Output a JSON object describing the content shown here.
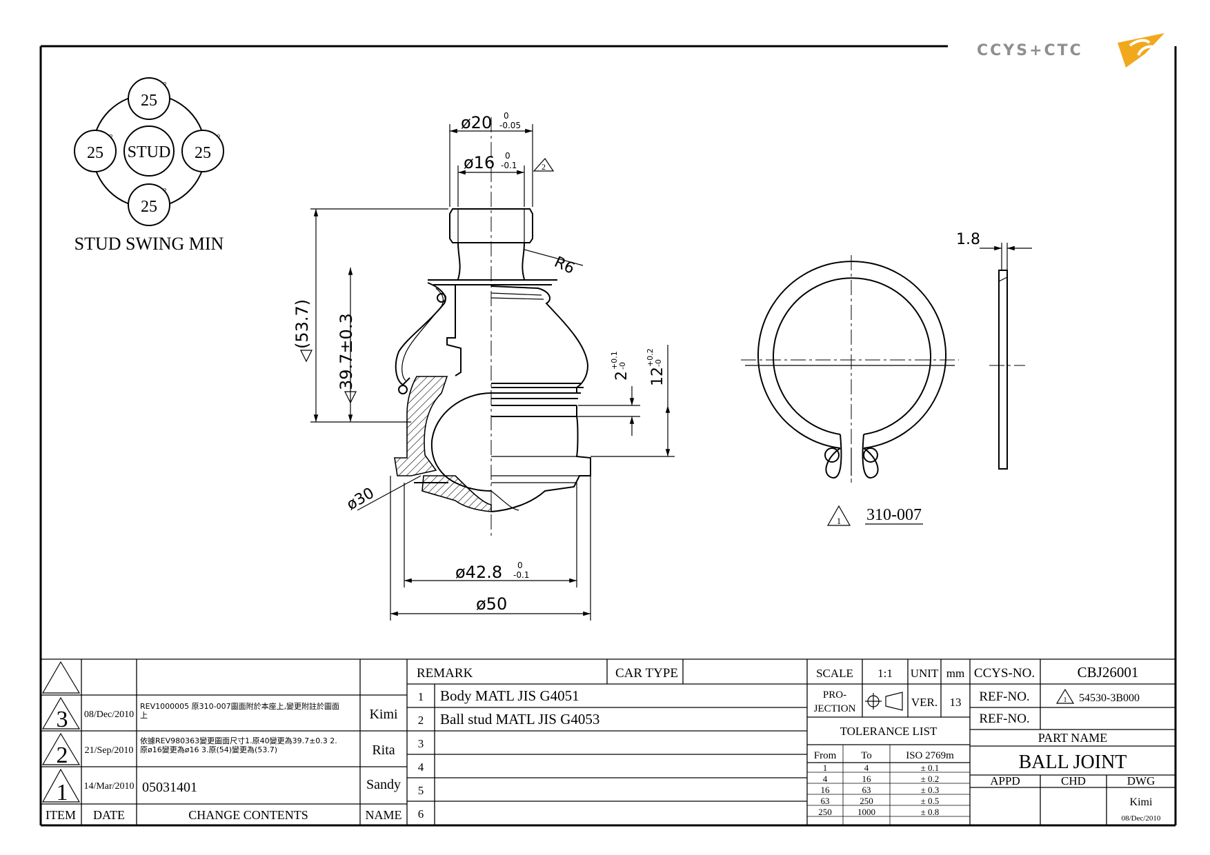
{
  "logo": {
    "text": "CCYS+CTC"
  },
  "stud_swing": {
    "caption": "STUD SWING MIN",
    "center_label": "STUD",
    "angles": [
      "25",
      "25",
      "25",
      "25"
    ],
    "degree_mark": "°"
  },
  "dimensions": {
    "top_outer": "ø20",
    "top_outer_tol_upper": "0",
    "top_outer_tol_lower": "-0.05",
    "top_inner": "ø16",
    "top_inner_tol_upper": "0",
    "top_inner_tol_lower": "-0.1",
    "rev2_mark": "2",
    "radius": "R6",
    "total_height": "(53.7)",
    "height": "39.7±0.3",
    "gap_small": "2",
    "gap_small_tol_upper": "+0.1",
    "gap_small_tol_lower": "-0",
    "gap_large": "12",
    "gap_large_tol_upper": "+0.2",
    "gap_large_tol_lower": "-0",
    "ball": "ø30",
    "housing": "ø42.8",
    "housing_tol_upper": "0",
    "housing_tol_lower": "-0.1",
    "flange": "ø50",
    "ring_thickness": "1.8",
    "ring_part": "310-007",
    "rev1_mark": "1"
  },
  "revisions": [
    {
      "mark": "3",
      "date": "08/Dec/2010",
      "content": "REV1000005 原310-007圖面附於本座上,變更附註於圖面上",
      "name": "Kimi"
    },
    {
      "mark": "2",
      "date": "21/Sep/2010",
      "content": "依據REV980363變更圖面尺寸1.原40變更為39.7±0.3 2.原ø16變更為ø16 3.原(54)變更為(53.7)",
      "name": "Rita"
    },
    {
      "mark": "1",
      "date": "14/Mar/2010",
      "content": "05031401",
      "name": "Sandy"
    }
  ],
  "rev_headers": {
    "item": "ITEM",
    "date": "DATE",
    "contents": "CHANGE CONTENTS",
    "name": "NAME"
  },
  "remark": {
    "header": "REMARK",
    "car_type_label": "CAR TYPE",
    "rows": [
      {
        "no": "1",
        "text": "Body MATL JIS G4051"
      },
      {
        "no": "2",
        "text": "Ball stud MATL JIS G4053"
      },
      {
        "no": "3",
        "text": ""
      },
      {
        "no": "4",
        "text": ""
      },
      {
        "no": "5",
        "text": ""
      },
      {
        "no": "6",
        "text": ""
      }
    ]
  },
  "scale": {
    "label": "SCALE",
    "value": "1:1",
    "unit_label": "UNIT",
    "unit": "mm"
  },
  "projection": {
    "label_1": "PRO-",
    "label_2": "JECTION",
    "ver_label": "VER.",
    "ver": "13"
  },
  "tolerance": {
    "title": "TOLERANCE LIST",
    "headers": [
      "From",
      "To",
      "ISO 2769m"
    ],
    "rows": [
      [
        "1",
        "4",
        "± 0.1"
      ],
      [
        "4",
        "16",
        "± 0.2"
      ],
      [
        "16",
        "63",
        "± 0.3"
      ],
      [
        "63",
        "250",
        "± 0.5"
      ],
      [
        "250",
        "1000",
        "± 0.8"
      ]
    ]
  },
  "title_block": {
    "ccys_label": "CCYS-NO.",
    "ccys_no": "CBJ26001",
    "ref_label_1": "REF-NO.",
    "ref_no_1": "54530-3B000",
    "ref_label_2": "REF-NO.",
    "ref_no_2": "",
    "part_name_label": "PART NAME",
    "part_name": "BALL JOINT",
    "appd_label": "APPD",
    "chd_label": "CHD",
    "dwg_label": "DWG",
    "dwg_name": "Kimi",
    "dwg_date": "08/Dec/2010"
  }
}
